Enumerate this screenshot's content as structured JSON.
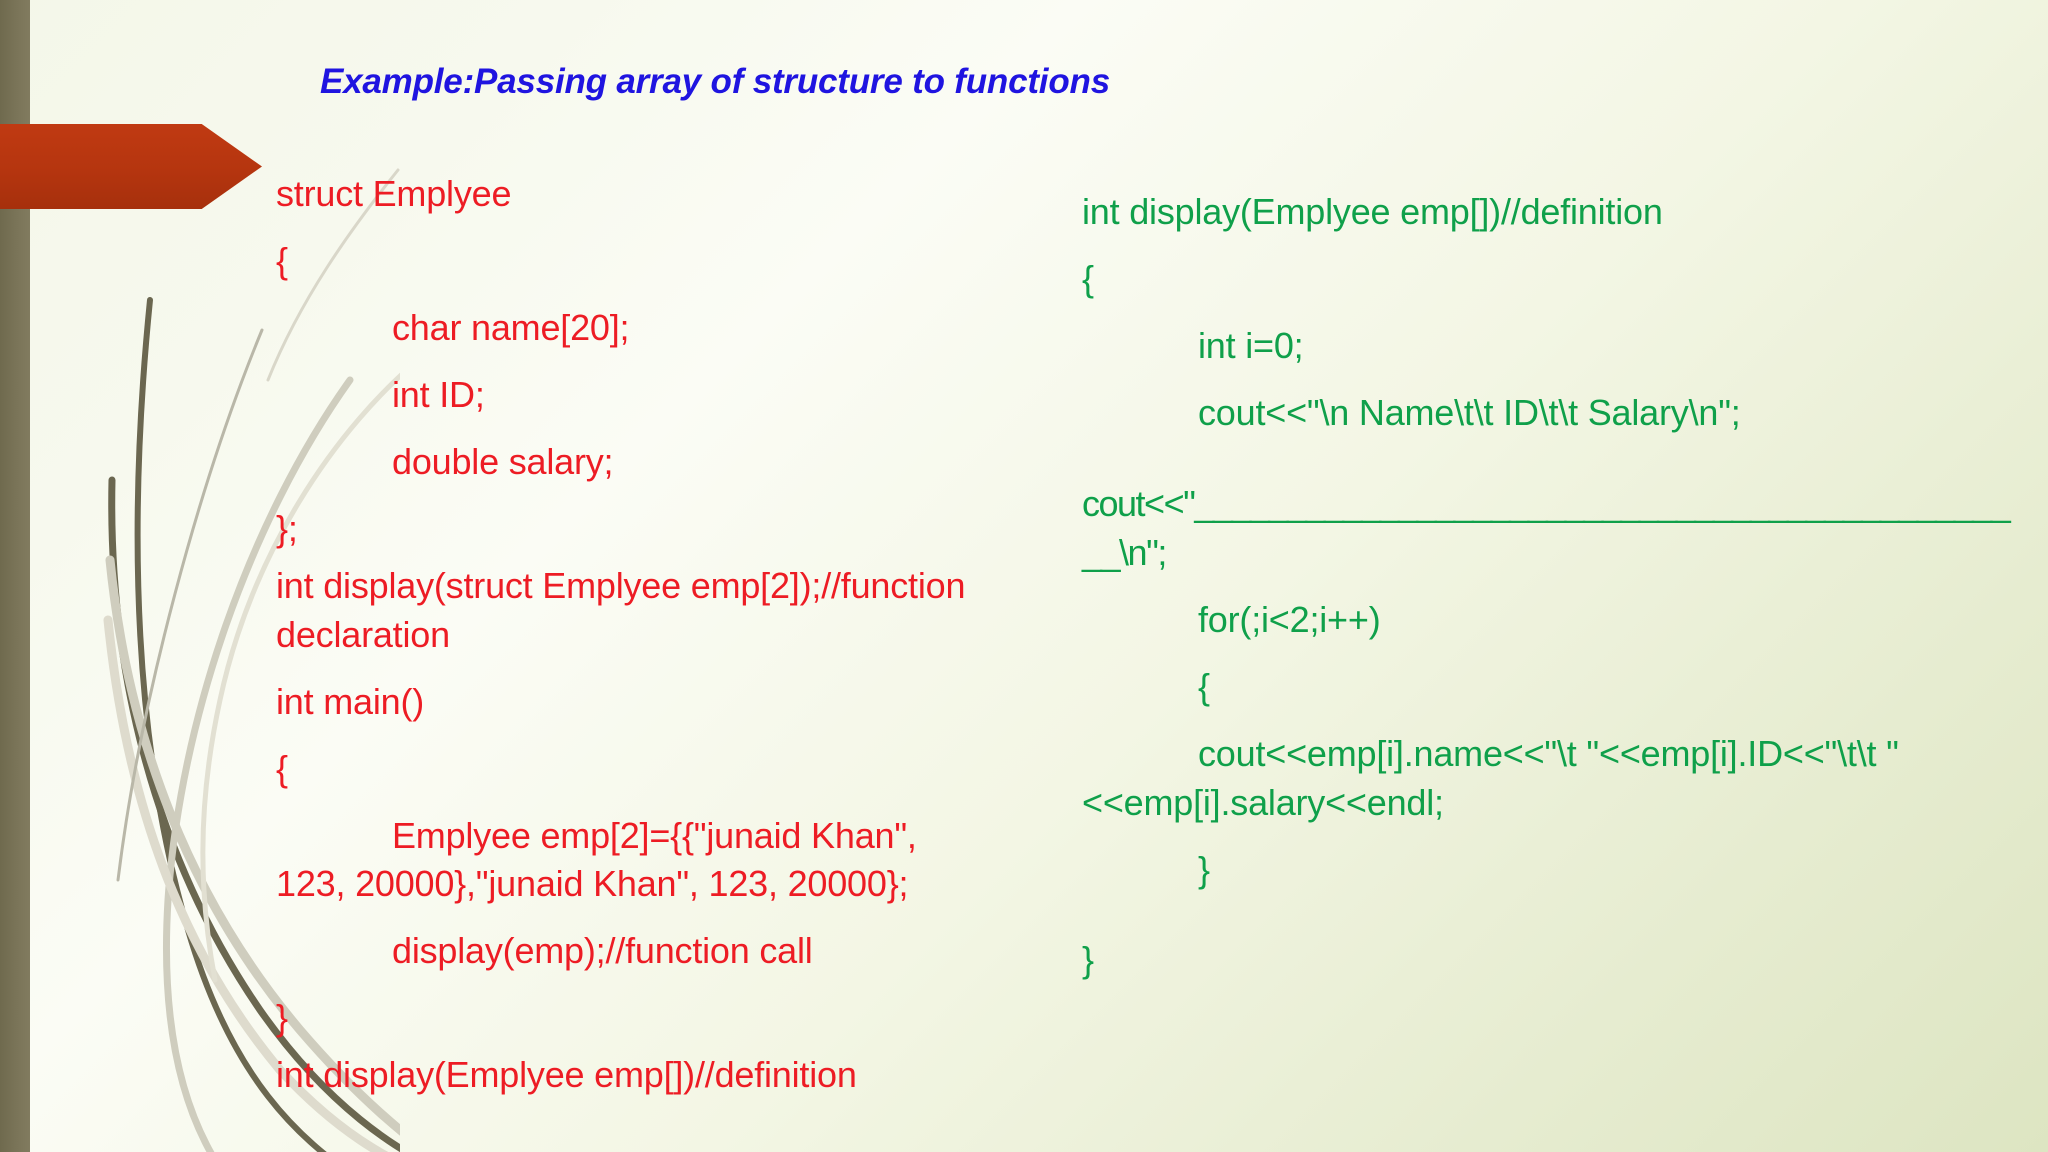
{
  "slide": {
    "title": "Example:Passing array of structure to functions",
    "title_color": "#1f14e0",
    "background_colors": [
      "#f7f9ee",
      "#e6ecd0"
    ],
    "decor": {
      "left_bar_color": "#7a7458",
      "arrow_banner_color": "#b5350f",
      "arrow_banner_name": "red-chevron-banner",
      "grass_stroke_dark": "#6b6750",
      "grass_stroke_light": "#cfcdbe"
    }
  },
  "code": {
    "left_column": {
      "color": "#ed1c24",
      "lines": [
        "struct Emplyee",
        "{",
        "char name[20];",
        "int ID;",
        "double salary;",
        "};",
        "int display(struct Emplyee emp[2]);//function declaration",
        "int main()",
        "{",
        "Emplyee emp[2]={{\"junaid Khan\", 123, 20000},\"junaid Khan\", 123, 20000};",
        "display(emp);//function call",
        "}",
        "int display(Emplyee emp[])//definition"
      ]
    },
    "right_column": {
      "color": "#0fa04a",
      "lines": [
        "int display(Emplyee emp[])//definition",
        "{",
        "int i=0;",
        "cout<<\"\\n Name\\t\\t ID\\t\\t Salary\\n\";",
        "cout<<\"______________________________________________\\n\";",
        "for(;i<2;i++)",
        "{",
        "cout<<emp[i].name<<\"\\t \"<<emp[i].ID<<\"\\t\\t \"<<emp[i].salary<<endl;",
        "}",
        "}"
      ]
    }
  }
}
